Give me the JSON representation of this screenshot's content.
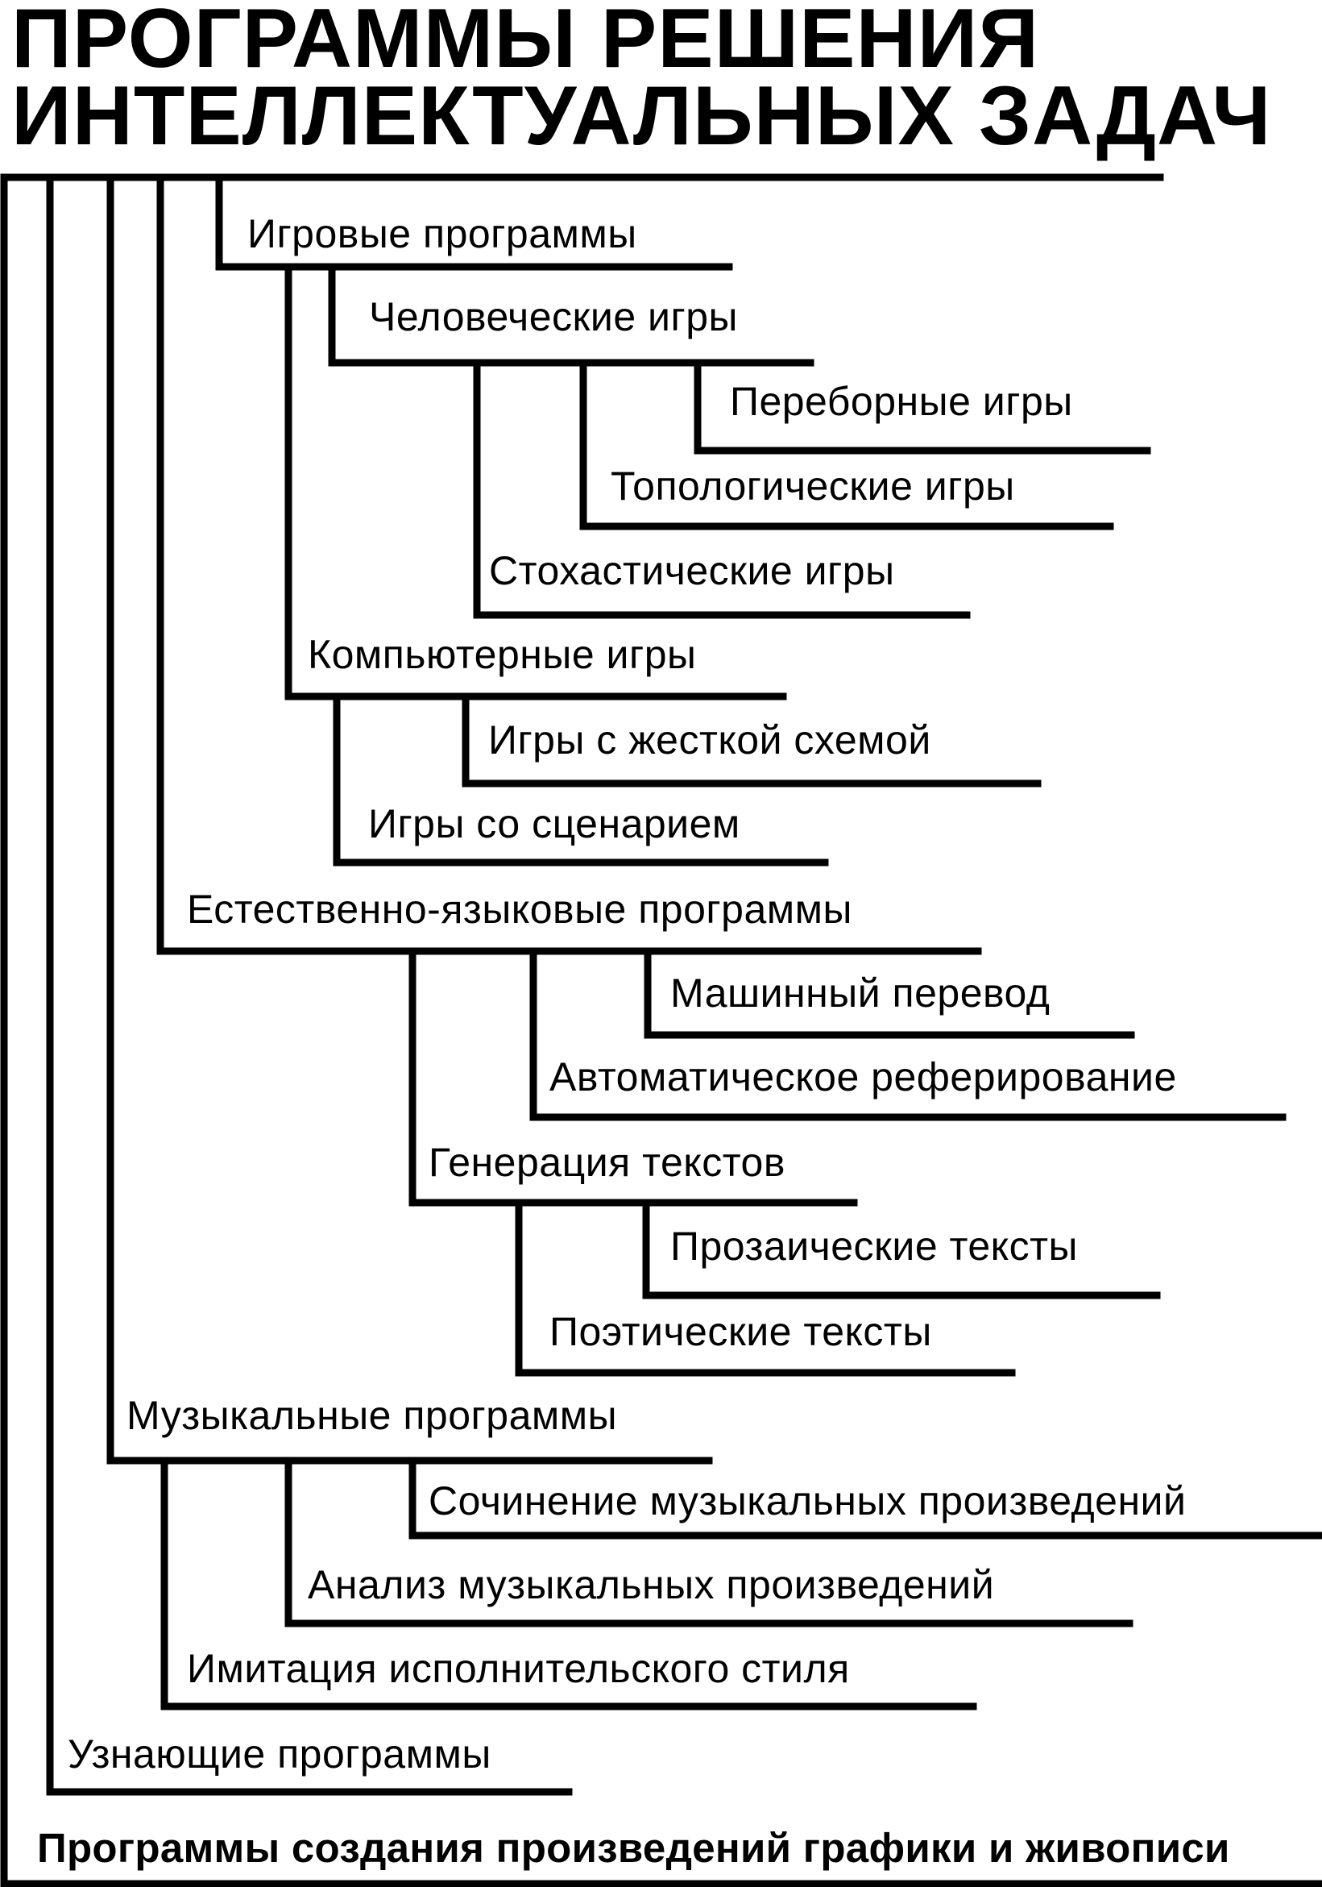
{
  "title": {
    "line1": "ПРОГРАММЫ РЕШЕНИЯ",
    "line2": "ИНТЕЛЛЕКТУАЛЬНЫХ ЗАДАЧ"
  },
  "nodes": {
    "game_programs": "Игровые программы",
    "human_games": "Человеческие игры",
    "search_games": "Переборные игры",
    "topological_games": "Топологические игры",
    "stochastic_games": "Стохастические игры",
    "computer_games": "Компьютерные игры",
    "rigid_scheme_games": "Игры с жесткой схемой",
    "scenario_games": "Игры со сценарием",
    "natural_language_programs": "Естественно-языковые программы",
    "machine_translation": "Машинный перевод",
    "automatic_abstracting": "Автоматическое реферирование",
    "text_generation": "Генерация текстов",
    "prose_texts": "Прозаические тексты",
    "poetic_texts": "Поэтические тексты",
    "music_programs": "Музыкальные программы",
    "music_composition": "Сочинение музыкальных произведений",
    "music_analysis": "Анализ музыкальных произведений",
    "performance_style_imitation": "Имитация исполнительского стиля",
    "recognition_programs": "Узнающие программы",
    "graphics_painting_programs": "Программы создания произведений графики и живописи"
  }
}
